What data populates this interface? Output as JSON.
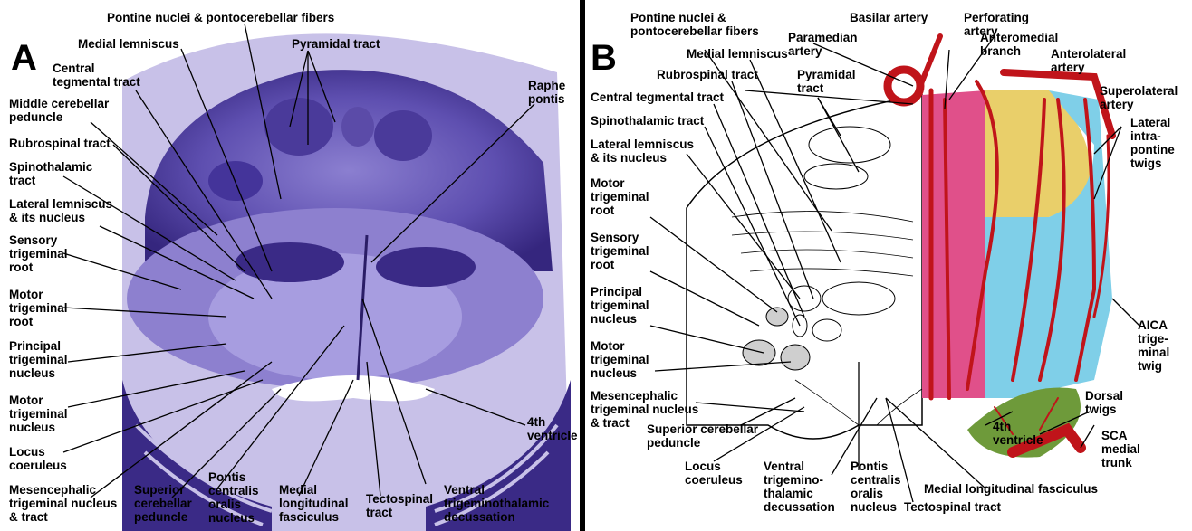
{
  "panel_a": {
    "letter": "A",
    "labels": {
      "pontine_nuclei": "Pontine nuclei & pontocerebellar fibers",
      "medial_lemniscus": "Medial lemniscus",
      "pyramidal_tract": "Pyramidal tract",
      "central_tegmental": "Central\ntegmental tract",
      "raphe_pontis": "Raphe\npontis",
      "middle_cerebellar": "Middle cerebellar\npeduncle",
      "rubrospinal": "Rubrospinal tract",
      "spinothalamic": "Spinothalamic\ntract",
      "lateral_lemniscus": "Lateral lemniscus\n& its nucleus",
      "sensory_trigeminal": "Sensory\ntrigeminal\nroot",
      "motor_trigeminal_root": "Motor\ntrigeminal\nroot",
      "principal_trigeminal": "Principal\ntrigeminal\nnucleus",
      "motor_trigeminal_nucleus": "Motor\ntrigeminal\nnucleus",
      "locus_coeruleus": "Locus\ncoeruleus",
      "mesencephalic": "Mesencephalic\ntrigeminal nucleus\n& tract",
      "superior_cerebellar": "Superior\ncerebellar\npeduncle",
      "pontis_centralis": "Pontis\ncentralis\noralis\nnucleus",
      "medial_longitudinal": "Medial\nlongitudinal\nfasciculus",
      "tectospinal": "Tectospinal\ntract",
      "ventral_trigemino": "Ventral\ntrigeminothalamic\ndecussation",
      "fourth_ventricle": "4th\nventricle"
    }
  },
  "panel_b": {
    "letter": "B",
    "labels": {
      "pontine_nuclei": "Pontine nuclei &\npontocerebellar fibers",
      "basilar_artery": "Basilar artery",
      "perforating_artery": "Perforating\nartery",
      "paramedian_artery": "Paramedian\nartery",
      "anteromedial_branch": "Anteromedial\nbranch",
      "medial_lemniscus": "Medial lemniscus",
      "anterolateral_artery": "Anterolateral\nartery",
      "rubrospinal": "Rubrospinal tract",
      "pyramidal_tract": "Pyramidal\ntract",
      "central_tegmental": "Central tegmental tract",
      "superolateral_artery": "Superolateral\nartery",
      "spinothalamic": "Spinothalamic tract",
      "lateral_intrapontine": "Lateral\nintra-\npontine\ntwigs",
      "lateral_lemniscus": "Lateral lemniscus\n& its nucleus",
      "motor_trigeminal_root": "Motor\ntrigeminal\nroot",
      "sensory_trigeminal": "Sensory\ntrigeminal\nroot",
      "principal_trigeminal": "Principal\ntrigeminal\nnucleus",
      "aica": "AICA\ntrige-\nminal\ntwig",
      "motor_trigeminal_nucleus": "Motor\ntrigeminal\nnucleus",
      "mesencephalic": "Mesencephalic\ntrigeminal nucleus\n& tract",
      "dorsal_twigs": "Dorsal\ntwigs",
      "superior_cerebellar": "Superior cerebellar\npeduncle",
      "fourth_ventricle": "4th\nventricle",
      "sca_medial_trunk": "SCA\nmedial\ntrunk",
      "locus_coeruleus": "Locus\ncoeruleus",
      "ventral_trigemino": "Ventral\ntrigemino-\nthalamic\ndecussation",
      "pontis_centralis": "Pontis\ncentralis\noralis\nnucleus",
      "medial_longitudinal": "Medial longitudinal fasciculus",
      "tectospinal": "Tectospinal tract"
    }
  },
  "colors": {
    "stain_dark": "#3a2a86",
    "stain_mid": "#6a5bb8",
    "stain_light": "#b9b0e2",
    "paramedian_pink": "#e0508a",
    "anterolateral_yellow": "#e9cf6a",
    "lateral_blue": "#7fcfe8",
    "dorsal_green": "#6e9a3a",
    "artery_red": "#c0141a"
  }
}
